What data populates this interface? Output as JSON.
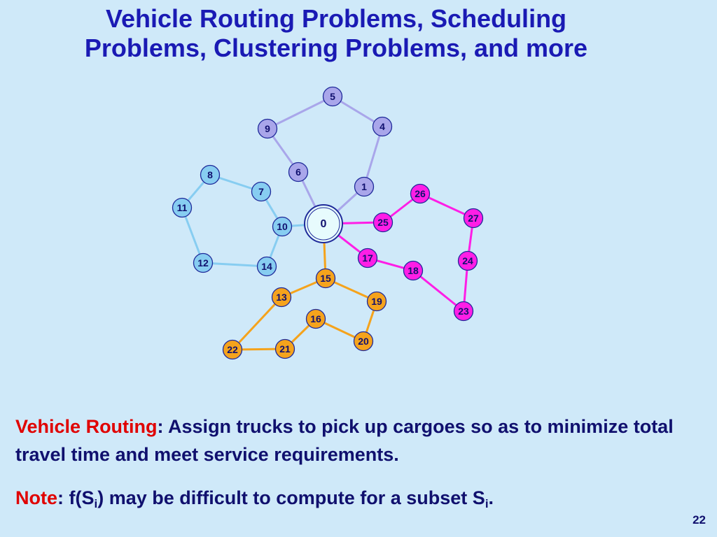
{
  "title": {
    "line1": "Vehicle Routing Problems, Scheduling",
    "line2": "Problems, Clustering Problems, and more"
  },
  "diagram": {
    "colors": {
      "purple": "#a9a6ea",
      "blue": "#87cdf1",
      "magenta": "#ff1ee6",
      "orange": "#f5a31c",
      "depot_fill": "#e7fbfd",
      "depot_border": "#1f2a9a"
    },
    "nodes": [
      {
        "id": "0",
        "group": "depot"
      },
      {
        "id": "5",
        "group": "purple"
      },
      {
        "id": "4",
        "group": "purple"
      },
      {
        "id": "9",
        "group": "purple"
      },
      {
        "id": "6",
        "group": "purple"
      },
      {
        "id": "1",
        "group": "purple"
      },
      {
        "id": "8",
        "group": "blue"
      },
      {
        "id": "7",
        "group": "blue"
      },
      {
        "id": "11",
        "group": "blue"
      },
      {
        "id": "10",
        "group": "blue"
      },
      {
        "id": "12",
        "group": "blue"
      },
      {
        "id": "14",
        "group": "blue"
      },
      {
        "id": "26",
        "group": "magenta"
      },
      {
        "id": "27",
        "group": "magenta"
      },
      {
        "id": "25",
        "group": "magenta"
      },
      {
        "id": "17",
        "group": "magenta"
      },
      {
        "id": "24",
        "group": "magenta"
      },
      {
        "id": "18",
        "group": "magenta"
      },
      {
        "id": "23",
        "group": "magenta"
      },
      {
        "id": "15",
        "group": "orange"
      },
      {
        "id": "13",
        "group": "orange"
      },
      {
        "id": "19",
        "group": "orange"
      },
      {
        "id": "16",
        "group": "orange"
      },
      {
        "id": "20",
        "group": "orange"
      },
      {
        "id": "21",
        "group": "orange"
      },
      {
        "id": "22",
        "group": "orange"
      }
    ],
    "routes": [
      {
        "color": "purple",
        "path": [
          "0",
          "6",
          "9",
          "5",
          "4",
          "1",
          "0"
        ]
      },
      {
        "color": "blue",
        "path": [
          "0",
          "10",
          "7",
          "8",
          "11",
          "12",
          "14",
          "10"
        ]
      },
      {
        "color": "magenta",
        "path": [
          "0",
          "25",
          "26",
          "27",
          "24",
          "23",
          "18",
          "17",
          "0"
        ]
      },
      {
        "color": "orange",
        "path": [
          "0",
          "15",
          "19",
          "20",
          "16",
          "21",
          "22",
          "13",
          "15"
        ]
      }
    ]
  },
  "text": {
    "vr_term": "Vehicle Routing",
    "vr_colon": ":",
    "vr_desc": " Assign trucks to pick up cargoes so as to minimize total travel time and meet service requirements.",
    "note_term": "Note",
    "note_colon": ":",
    "note_fs": " f(S",
    "note_sub1": "i",
    "note_mid": ") may be difficult to compute for a subset S",
    "note_sub2": "i",
    "note_end": "."
  },
  "page_number": "22"
}
